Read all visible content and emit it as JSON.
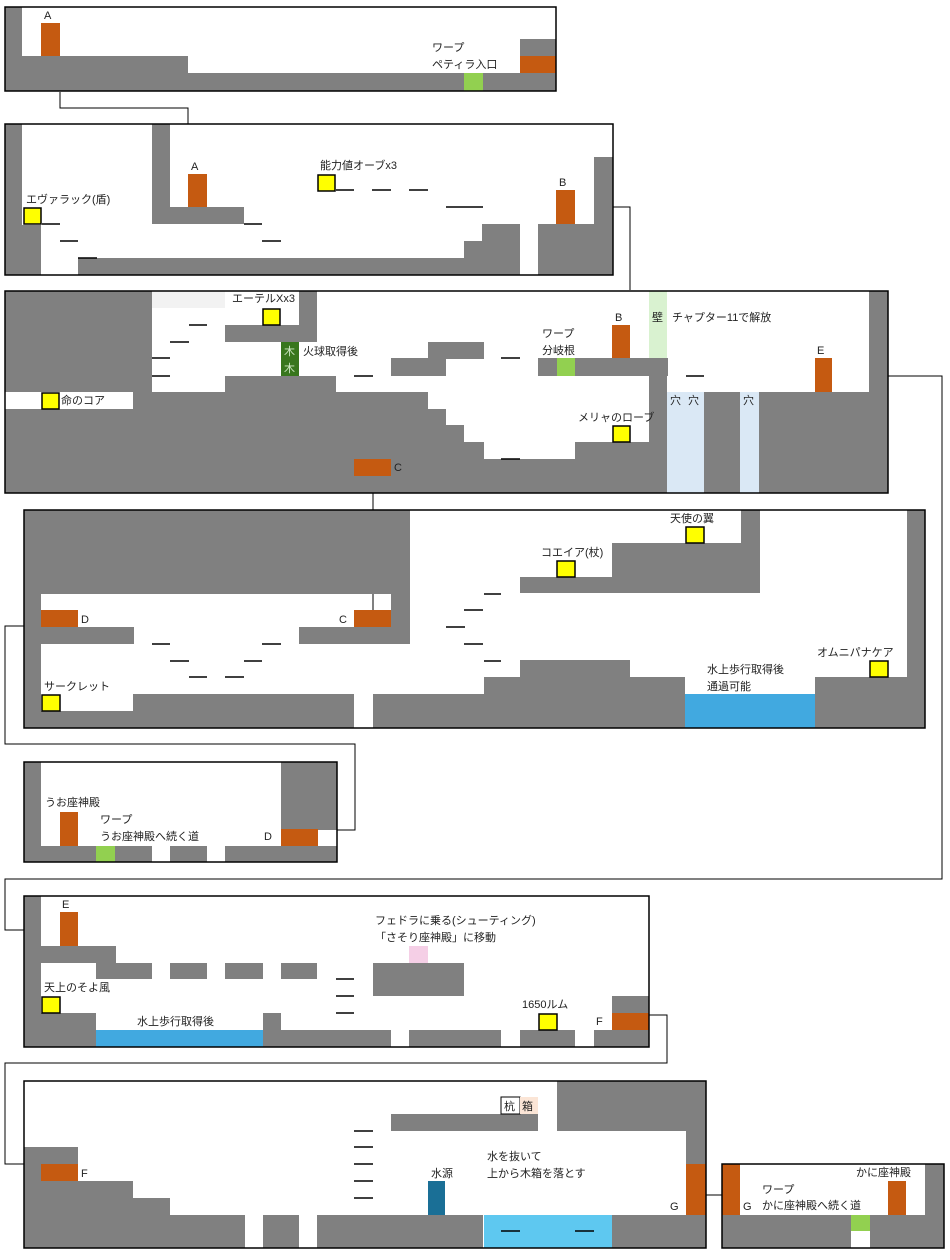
{
  "colors": {
    "wall": "#808080",
    "door": "#c55a11",
    "chest": "#ffff00",
    "warp": "#92d050",
    "water": "#41a9e0",
    "pit": "#dae8f5",
    "sealed_wall": "#d9f2d0",
    "tree": "#38761d",
    "event": "#f5cfe6",
    "source": "#1a6f96",
    "border": "#000000",
    "background": "#ffffff"
  },
  "rooms": {
    "r1": {
      "doors": {
        "a": "A"
      },
      "warp": {
        "line1": "ワープ",
        "line2": "ペティラ入口"
      }
    },
    "r2": {
      "doors": {
        "a": "A",
        "b": "B"
      },
      "chests": {
        "eva": "エヴァラック(盾)",
        "orb": "能力値オーブx3"
      }
    },
    "r3": {
      "chests": {
        "ether": "エーテルXx3",
        "core": "命のコア",
        "robe": "メリャのローブ"
      },
      "tree": {
        "glyph1": "木",
        "glyph2": "木",
        "note": "火球取得後"
      },
      "warp": {
        "line1": "ワープ",
        "line2": "分岐根"
      },
      "doors": {
        "b": "B",
        "e": "E",
        "c": "C"
      },
      "wall": {
        "label": "壁",
        "note": "チャプター11で解放"
      },
      "pits": {
        "p1": "穴",
        "p2": "穴",
        "p3": "穴"
      }
    },
    "r4": {
      "chests": {
        "wing": "天使の翼",
        "staff": "コエイア(杖)",
        "panacea": "オムニパナケア",
        "secret": "サークレット"
      },
      "doors": {
        "d": "D",
        "c": "C"
      },
      "water": {
        "line1": "水上歩行取得後",
        "line2": "通過可能"
      }
    },
    "r5": {
      "door": {
        "name": "うお座神殿",
        "d": "D"
      },
      "warp": {
        "line1": "ワープ",
        "line2": "うお座神殿へ続く道"
      }
    },
    "r6": {
      "doors": {
        "e": "E",
        "f": "F"
      },
      "event": {
        "line1": "フェドラに乗る(シューティング)",
        "line2": "「さそり座神殿」に移動"
      },
      "chests": {
        "wind": "天上のそよ風",
        "lum": "1650ルム"
      },
      "water": {
        "label": "水上歩行取得後"
      }
    },
    "r7": {
      "props": {
        "stake": "杭",
        "box": "箱"
      },
      "source": {
        "label": "水源"
      },
      "note": {
        "line1": "水を抜いて",
        "line2": "上から木箱を落とす"
      },
      "doors": {
        "f": "F",
        "g": "G"
      }
    },
    "r8": {
      "door": {
        "name": "かに座神殿",
        "g": "G"
      },
      "warp": {
        "line1": "ワープ",
        "line2": "かに座神殿へ続く道"
      }
    }
  }
}
